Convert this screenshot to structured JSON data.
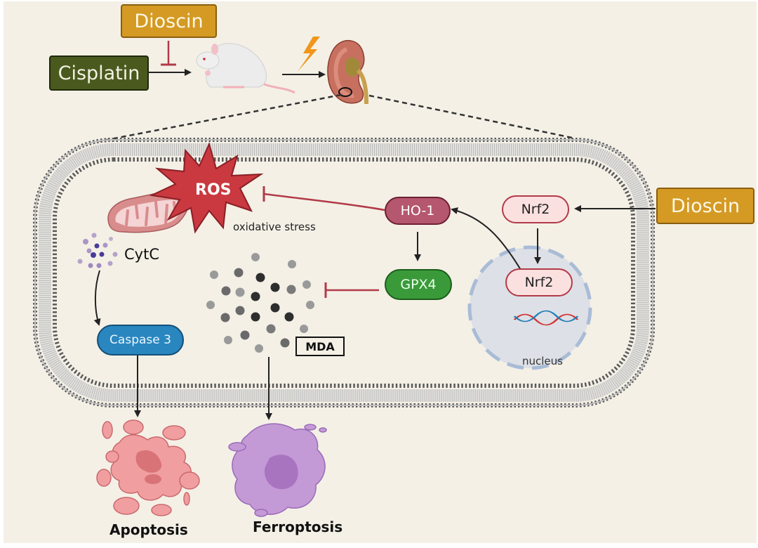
{
  "top": {
    "dioscin_top": "Dioscin",
    "cisplatin": "Cisplatin",
    "subject_icon": "rat-icon",
    "stimulus_icon": "lightning-icon",
    "organ_icon": "kidney-icon"
  },
  "cell": {
    "ros_label": "ROS",
    "oxidative_stress": "oxidative stress",
    "cytc_label": "CytC",
    "caspase3": "Caspase 3",
    "ho1": "HO-1",
    "gpx4": "GPX4",
    "nrf2_cytoplasm": "Nrf2",
    "nrf2_nucleus": "Nrf2",
    "nucleus_label": "nucleus",
    "mda_label": "MDA",
    "mitochondrion_icon": "mitochondrion-icon",
    "dna_icon": "dna-icon"
  },
  "side": {
    "dioscin_right": "Dioscin"
  },
  "outcomes": {
    "apoptosis": "Apoptosis",
    "ferroptosis": "Ferroptosis"
  },
  "colors": {
    "background": "#f4f0e6",
    "inhibit": "#b23a48",
    "activate": "#222222",
    "dioscin": "#d49a24",
    "cisplatin": "#4a5a1e",
    "ros": "#c9393f",
    "membrane": "#5a5a5a",
    "nucleus": "#dde0e6",
    "apoptosis": "#f19ea0",
    "ferroptosis": "#c49ad6"
  }
}
